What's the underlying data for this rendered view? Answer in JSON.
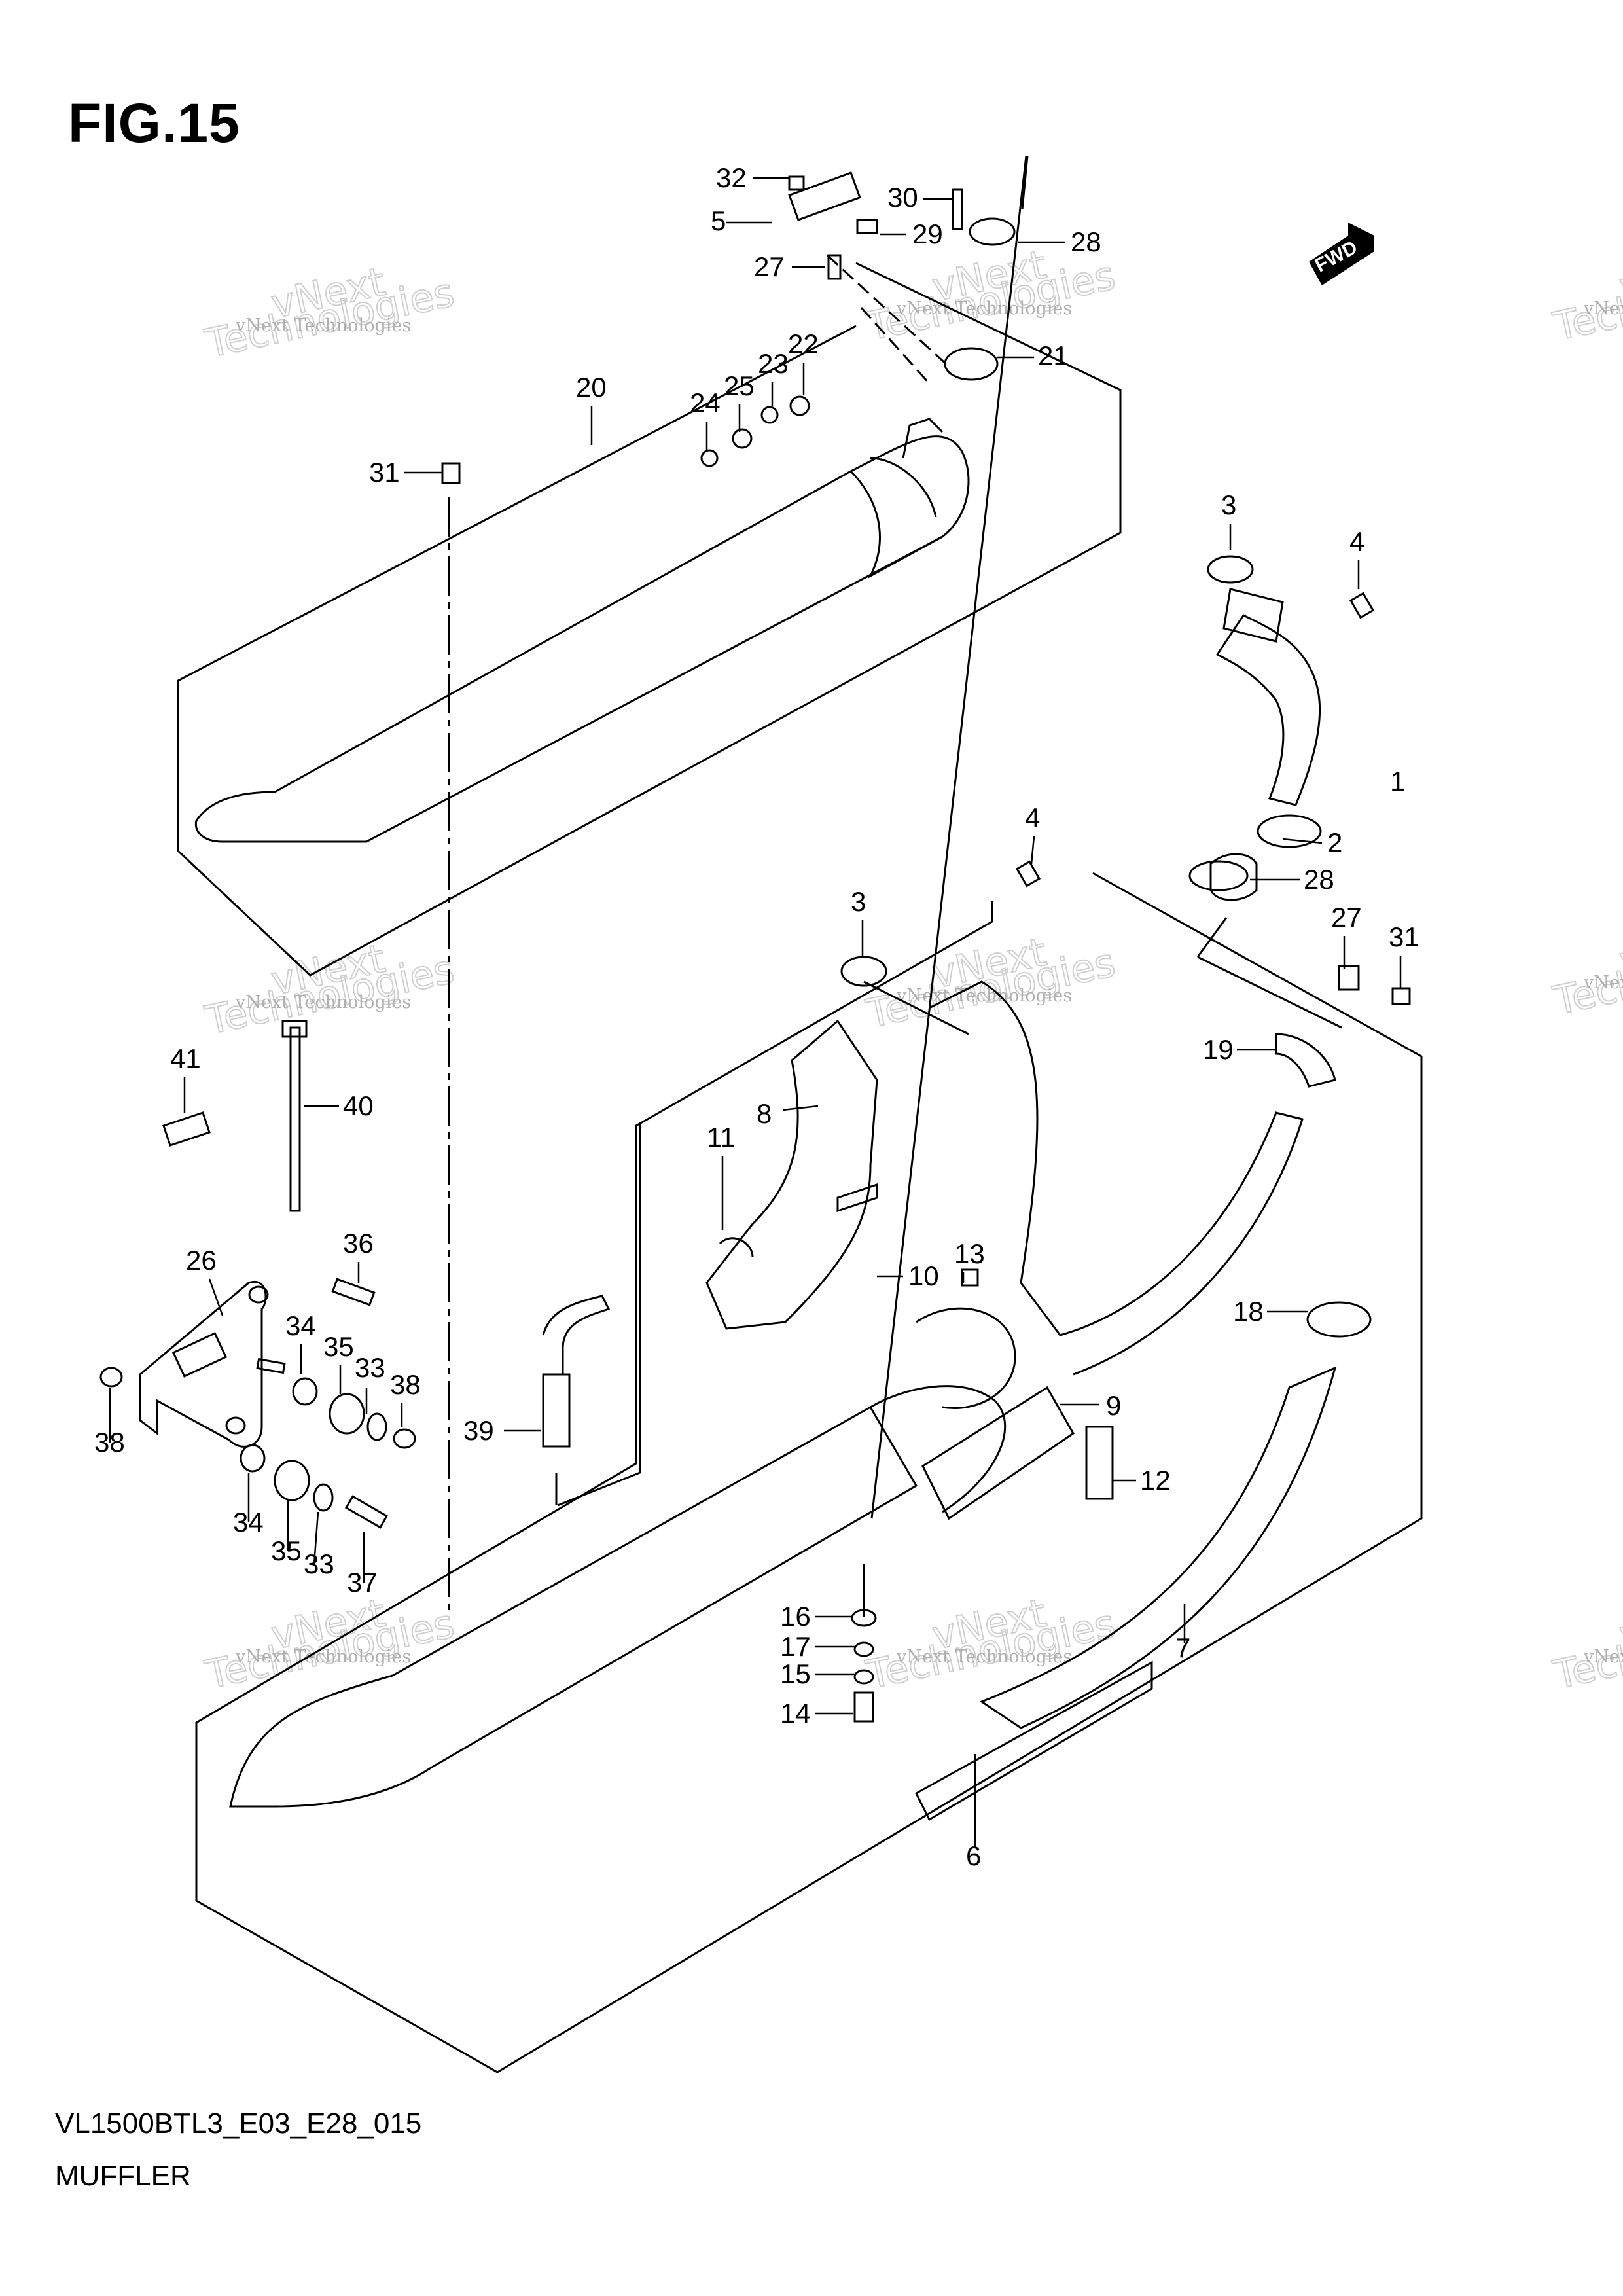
{
  "figure": {
    "title": "FIG.15",
    "code": "VL1500BTL3_E03_E28_015",
    "name": "MUFFLER",
    "direction_badge": "FWD"
  },
  "watermark": {
    "line1": "vNext Technologies",
    "line2": "vNext",
    "line3": "Technologies"
  },
  "callouts": [
    "1",
    "2",
    "3",
    "3",
    "4",
    "4",
    "5",
    "6",
    "7",
    "8",
    "9",
    "10",
    "11",
    "12",
    "13",
    "14",
    "15",
    "16",
    "17",
    "18",
    "19",
    "20",
    "21",
    "22",
    "23",
    "24",
    "25",
    "26",
    "27",
    "27",
    "28",
    "28",
    "29",
    "30",
    "31",
    "31",
    "32",
    "33",
    "33",
    "34",
    "34",
    "35",
    "35",
    "36",
    "37",
    "38",
    "38",
    "39",
    "40",
    "41"
  ],
  "colors": {
    "line": "#000000",
    "watermark": "#b0b0b0"
  }
}
